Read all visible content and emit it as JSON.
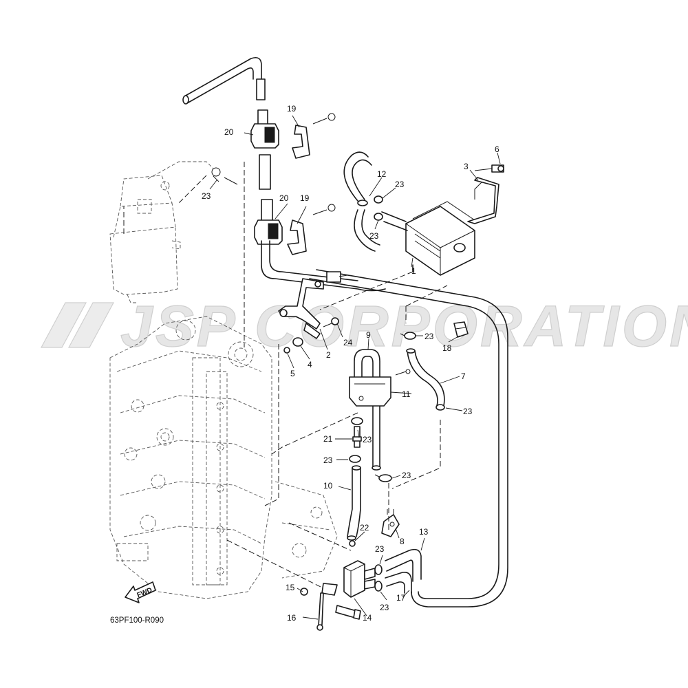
{
  "diagram": {
    "drawing_code": "63PF100-R090",
    "watermark": "JSP CORPORATION",
    "direction_label": "FWD",
    "callouts": [
      "1",
      "2",
      "3",
      "4",
      "5",
      "6",
      "7",
      "8",
      "9",
      "10",
      "11",
      "12",
      "13",
      "14",
      "15",
      "16",
      "17",
      "18",
      "19",
      "20",
      "20",
      "19",
      "21",
      "22",
      "23",
      "23",
      "23",
      "23",
      "23",
      "23",
      "23",
      "23",
      "23",
      "23",
      "24"
    ],
    "colors": {
      "line": "#1a1a1a",
      "watermark": "#e6e6e6",
      "background": "#ffffff"
    }
  }
}
